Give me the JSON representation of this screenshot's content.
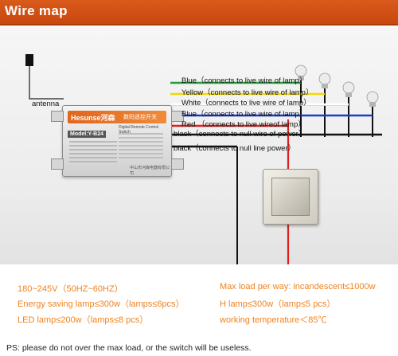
{
  "title": "Wire map",
  "device": {
    "brand": "Hesunse河森",
    "cn_title": "数码遥控开关",
    "subtitle": "Digital Remote Control Switch",
    "model": "Model:Y-B24",
    "footer": "中山市河森电器有限公司"
  },
  "antenna_label": "antenna",
  "wires": [
    {
      "label": "Blue（connects to  live wire of lamp）",
      "color": "#2a9a3a"
    },
    {
      "label": "Yellow（connects to live wire of lamp）",
      "color": "#f2d800"
    },
    {
      "label": "White（connects to live wire of lamp）",
      "color": "#ffffff"
    },
    {
      "label": "Blue（connects to live wire of lamp）",
      "color": "#1a3ec8"
    },
    {
      "label": "Red （connects to live wireof lamp）",
      "color": "#e01e1e"
    },
    {
      "label": "black（connects to null wire of power）",
      "color": "#111111"
    },
    {
      "label": "black（connects to null line power）",
      "color": "#111111"
    }
  ],
  "specs": {
    "voltage": "180~245V（50HZ~60HZ）",
    "energy_saving": "Energy saving lamp≤300w（lamps≤6pcs）",
    "led": "LED lamp≤200w（lamps≤8 pcs）",
    "max_load": "Max load per way: incandescent≤1000w",
    "h_lamp": "H lamp≤300w（lamp≤5 pcs）",
    "temp": "working temperature＜85℃"
  },
  "ps_note": "PS:  please do not over the max load, or the switch will be useless."
}
